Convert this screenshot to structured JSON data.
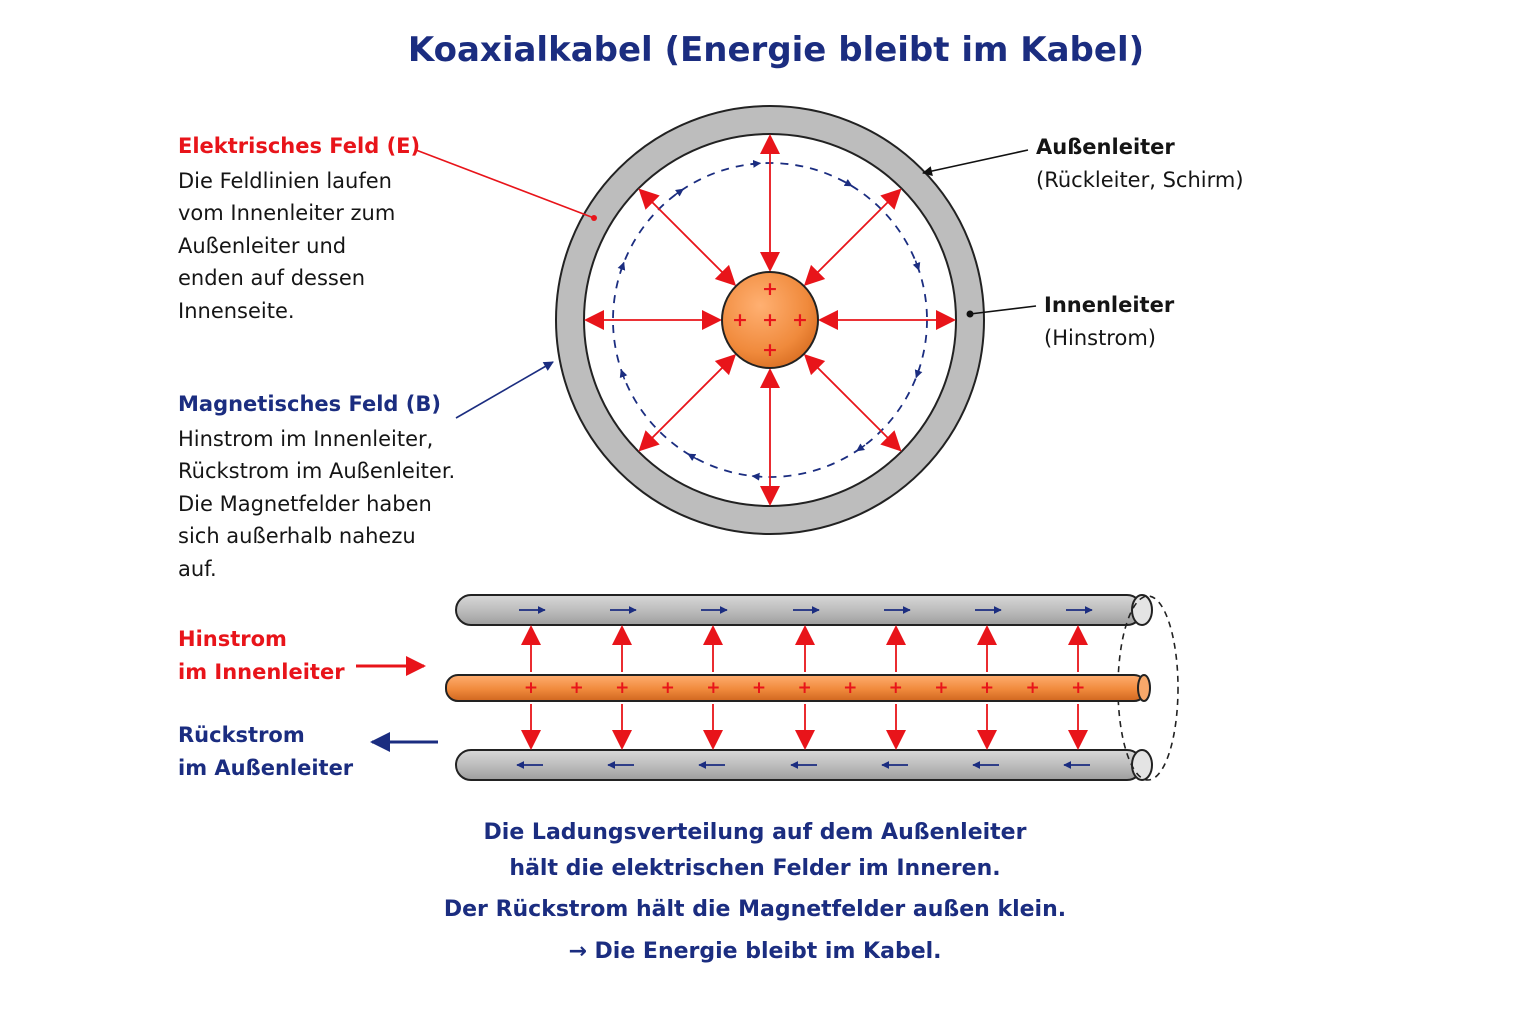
{
  "title": "Koaxialkabel (Energie bleibt im Kabel)",
  "e_field": {
    "heading": "Elektrisches Feld (E)",
    "lines": [
      "Die Feldlinien laufen",
      "vom Innenleiter zum",
      "Außenleiter und",
      "enden auf dessen",
      "Innenseite."
    ]
  },
  "b_field": {
    "heading": "Magnetisches Feld (B)",
    "lines": [
      "Hinstrom im Innenleiter,",
      "Rückstrom im Außenleiter.",
      "Die Magnetfelder haben",
      "sich außerhalb nahezu",
      "auf."
    ]
  },
  "outer_conductor": {
    "label": "Außenleiter",
    "sub": "(Rückleiter, Schirm)"
  },
  "inner_conductor": {
    "label": "Innenleiter",
    "sub": "(Hinstrom)"
  },
  "hinstrom": {
    "line1": "Hinstrom",
    "line2": "im Innenleiter"
  },
  "rueckstrom": {
    "line1": "Rückstrom",
    "line2": "im Außenleiter"
  },
  "charge_symbol": "+",
  "bottom_text": [
    "Die Ladungsverteilung auf dem Außenleiter",
    "hält die elektrischen Felder im Inneren.",
    "Der Rückstrom hält die Magnetfelder außen klein.",
    "→ Die Energie bleibt im Kabel."
  ],
  "colors": {
    "red": "#e8141a",
    "navy": "#1b2d80",
    "copper": "#f08a3c",
    "shield_gray": "#bdbdbd"
  }
}
